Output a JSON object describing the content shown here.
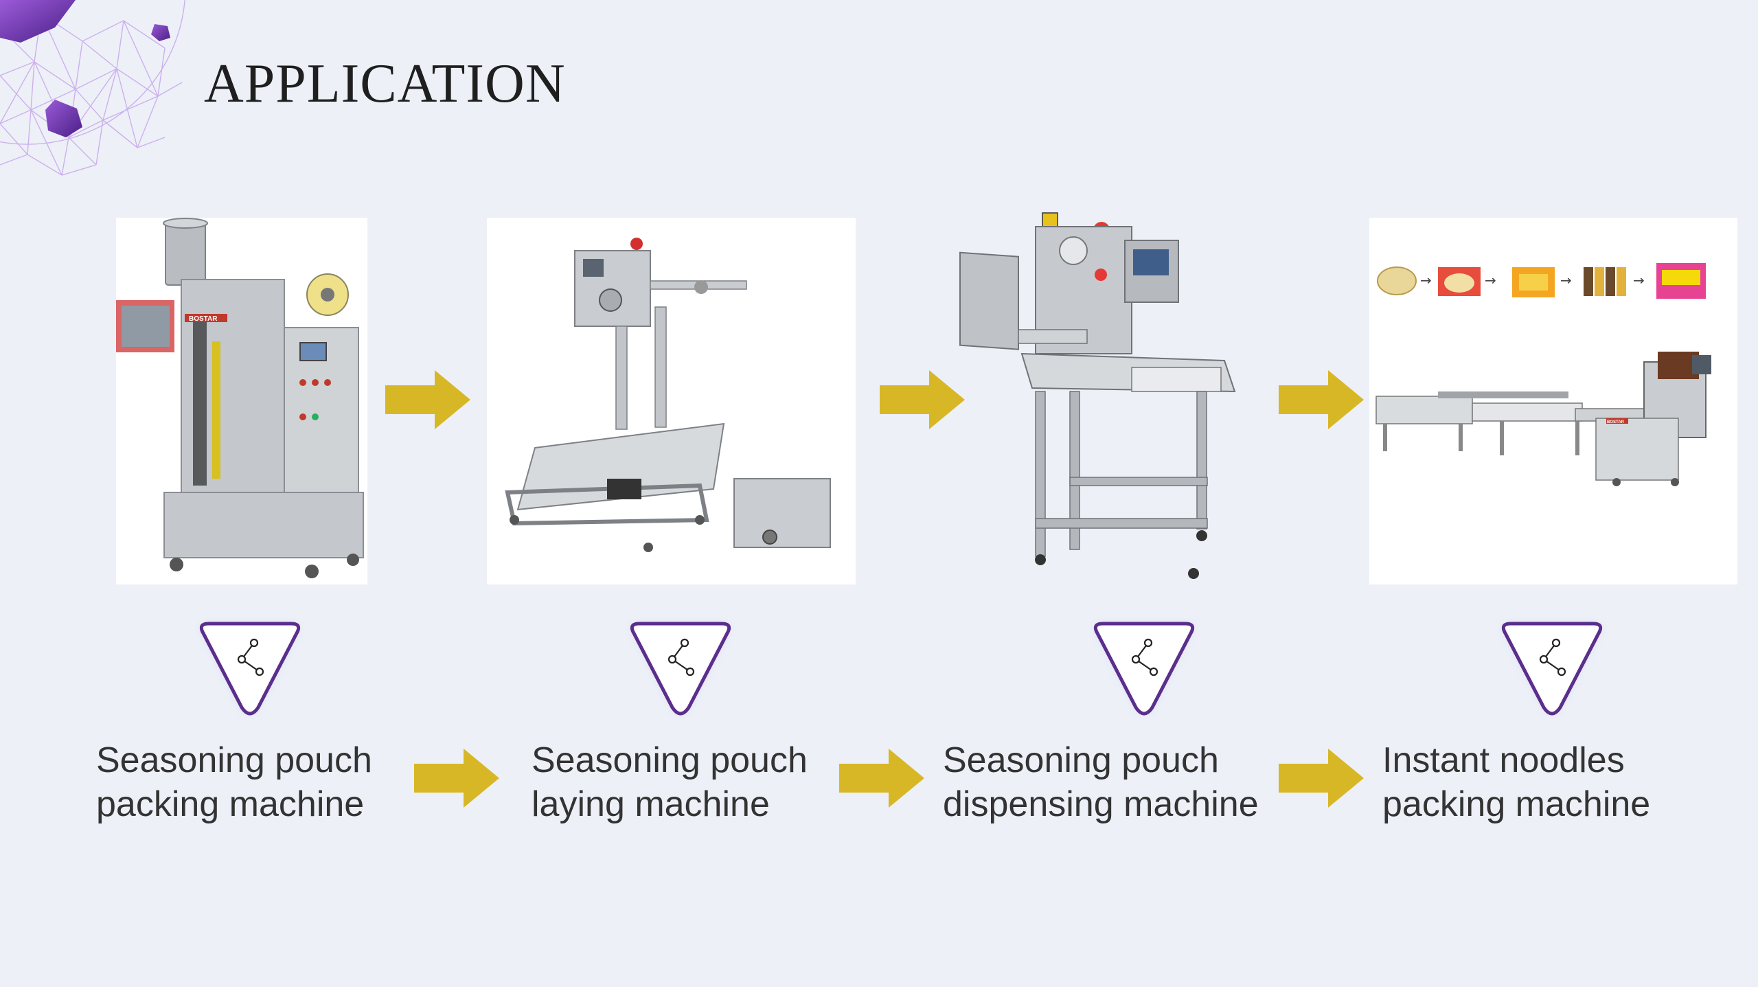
{
  "slide": {
    "title": "APPLICATION"
  },
  "colors": {
    "background": "#edf0f7",
    "arrow": "#d8b727",
    "badge_stroke": "#5b2e8c",
    "text": "#333333"
  },
  "photos": [
    {
      "subject": "seasoning pouch packing machine",
      "brand_plate": "BOSTAR"
    },
    {
      "subject": "seasoning pouch laying machine"
    },
    {
      "subject": "seasoning pouch dispensing machine"
    },
    {
      "subject": "instant noodles packing machine",
      "brand_plate": "BOSTAR"
    }
  ],
  "steps": [
    {
      "line1": "Seasoning pouch",
      "line2": "packing machine",
      "icon": "share-node-icon"
    },
    {
      "line1": "Seasoning pouch",
      "line2": "laying machine",
      "icon": "share-node-icon"
    },
    {
      "line1": "Seasoning pouch",
      "line2": "dispensing machine",
      "icon": "share-node-icon"
    },
    {
      "line1": "Instant noodles",
      "line2": "packing machine",
      "icon": "share-node-icon"
    }
  ]
}
